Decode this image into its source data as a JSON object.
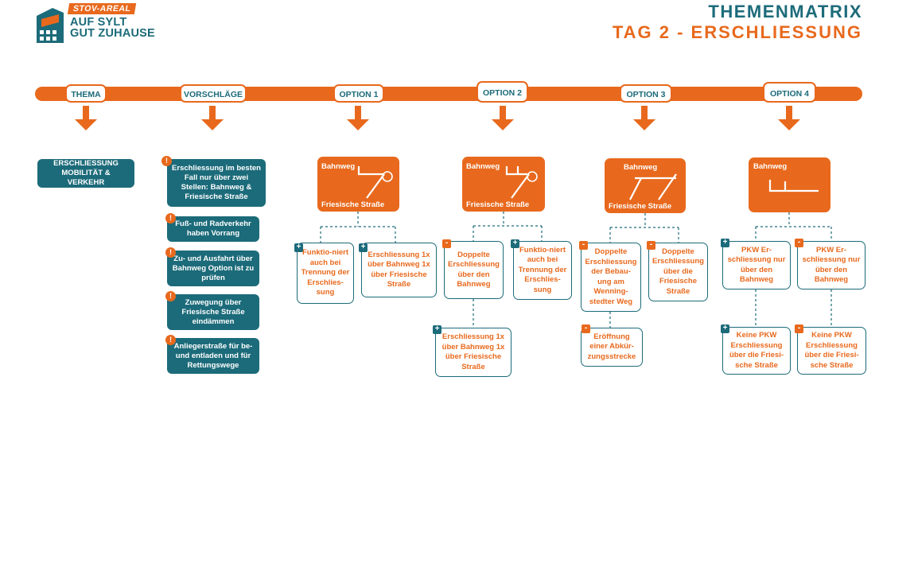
{
  "logo": {
    "tag": "STOV-AREAL",
    "line1": "AUF SYLT",
    "line2": "GUT ZUHAUSE"
  },
  "title": {
    "line1": "THEMENMATRIX",
    "line2": "TAG 2 - ERSCHLIESSUNG"
  },
  "colors": {
    "teal": "#1c6b7a",
    "orange": "#e8691d"
  },
  "timeline": {
    "tabs": [
      "THEMA",
      "VORSCHLÄGE",
      "OPTION 1",
      "OPTION 2",
      "OPTION 3",
      "OPTION 4"
    ]
  },
  "thema": {
    "text": "ERSCHLIESSUNG MOBILITÄT & VERKEHR"
  },
  "vorschlaege": [
    "Erschliessung im besten Fall nur über zwei Stellen: Bahnweg & Friesische Straße",
    "Fuß- und Radverkehr haben Vorrang",
    "Zu- und Ausfahrt über Bahnweg Option ist zu prüfen",
    "Zuwegung über Friesische Straße eindämmen",
    "Anliegerstraße für be- und entladen und für Rettungswege"
  ],
  "vorschlaege_marker": "!",
  "options": {
    "o1": {
      "top": "Bahnweg",
      "bottom": "Friesische Straße"
    },
    "o2": {
      "top": "Bahnweg",
      "bottom": "Friesische Straße"
    },
    "o3": {
      "top": "Bahnweg",
      "bottom": "Friesische Straße"
    },
    "o4": {
      "top": "Bahnweg"
    }
  },
  "items": {
    "o1a": "Funktio-niert auch bei Trennung der Erschlies-sung",
    "o1b": "Erschliessung 1x über Bahnweg 1x über Friesische Straße",
    "o2a": "Doppelte Erschliessung über den Bahnweg",
    "o2b": "Funktio-niert auch bei Trennung der Erschlies-sung",
    "o2c": "Erschliessung 1x über Bahnweg 1x über Friesische Straße",
    "o3a": "Doppelte Erschliessung der Bebau-ung am Wenning-stedter Weg",
    "o3b": "Doppelte Erschliessung über die Friesische Straße",
    "o3c": "Eröffnung einer Abkür-zungsstrecke",
    "o4a": "PKW Er-schliessung nur über den Bahnweg",
    "o4b": "PKW Er-schliessung nur über den Bahnweg",
    "o4c": "Keine PKW Erschliessung über die Friesi-sche Straße",
    "o4d": "Keine PKW Erschliessung über die Friesi-sche Straße"
  },
  "badges": {
    "plus": "+",
    "minus": "-"
  }
}
